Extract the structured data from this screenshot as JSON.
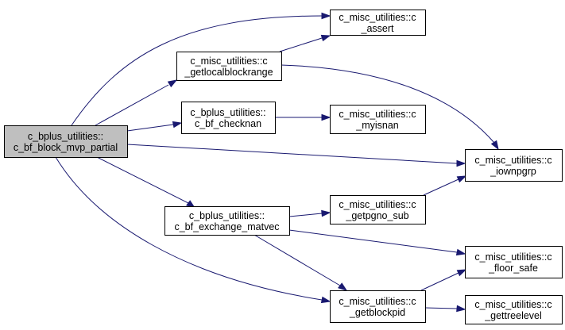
{
  "diagram": {
    "kind": "call-graph",
    "colors": {
      "edge": "#191970",
      "root_fill": "#bfbfbf",
      "node_fill": "#ffffff",
      "border": "#000000"
    },
    "nodes": [
      {
        "id": "n_root",
        "line1": "c_bplus_utilities::",
        "line2": "c_bf_block_mvp_partial",
        "root": true
      },
      {
        "id": "n_assert",
        "line1": "c_misc_utilities::c",
        "line2": "_assert"
      },
      {
        "id": "n_getlocal",
        "line1": "c_misc_utilities::c",
        "line2": "_getlocalblockrange"
      },
      {
        "id": "n_checknan",
        "line1": "c_bplus_utilities::",
        "line2": "c_bf_checknan"
      },
      {
        "id": "n_myisnan",
        "line1": "c_misc_utilities::c",
        "line2": "_myisnan"
      },
      {
        "id": "n_iownpgrp",
        "line1": "c_misc_utilities::c",
        "line2": "_iownpgrp"
      },
      {
        "id": "n_exchange",
        "line1": "c_bplus_utilities::",
        "line2": "c_bf_exchange_matvec"
      },
      {
        "id": "n_getpgno",
        "line1": "c_misc_utilities::c",
        "line2": "_getpgno_sub"
      },
      {
        "id": "n_floor",
        "line1": "c_misc_utilities::c",
        "line2": "_floor_safe"
      },
      {
        "id": "n_getblockpid",
        "line1": "c_misc_utilities::c",
        "line2": "_getblockpid"
      },
      {
        "id": "n_gettree",
        "line1": "c_misc_utilities::c",
        "line2": "_gettreelevel"
      }
    ],
    "edges": [
      {
        "from": "n_root",
        "to": "n_assert"
      },
      {
        "from": "n_root",
        "to": "n_getlocal"
      },
      {
        "from": "n_root",
        "to": "n_checknan"
      },
      {
        "from": "n_root",
        "to": "n_iownpgrp"
      },
      {
        "from": "n_root",
        "to": "n_exchange"
      },
      {
        "from": "n_root",
        "to": "n_getblockpid"
      },
      {
        "from": "n_getlocal",
        "to": "n_assert"
      },
      {
        "from": "n_getlocal",
        "to": "n_iownpgrp"
      },
      {
        "from": "n_checknan",
        "to": "n_myisnan"
      },
      {
        "from": "n_exchange",
        "to": "n_getpgno"
      },
      {
        "from": "n_exchange",
        "to": "n_floor"
      },
      {
        "from": "n_exchange",
        "to": "n_getblockpid"
      },
      {
        "from": "n_getpgno",
        "to": "n_iownpgrp"
      },
      {
        "from": "n_getblockpid",
        "to": "n_floor"
      },
      {
        "from": "n_getblockpid",
        "to": "n_gettree"
      }
    ]
  }
}
